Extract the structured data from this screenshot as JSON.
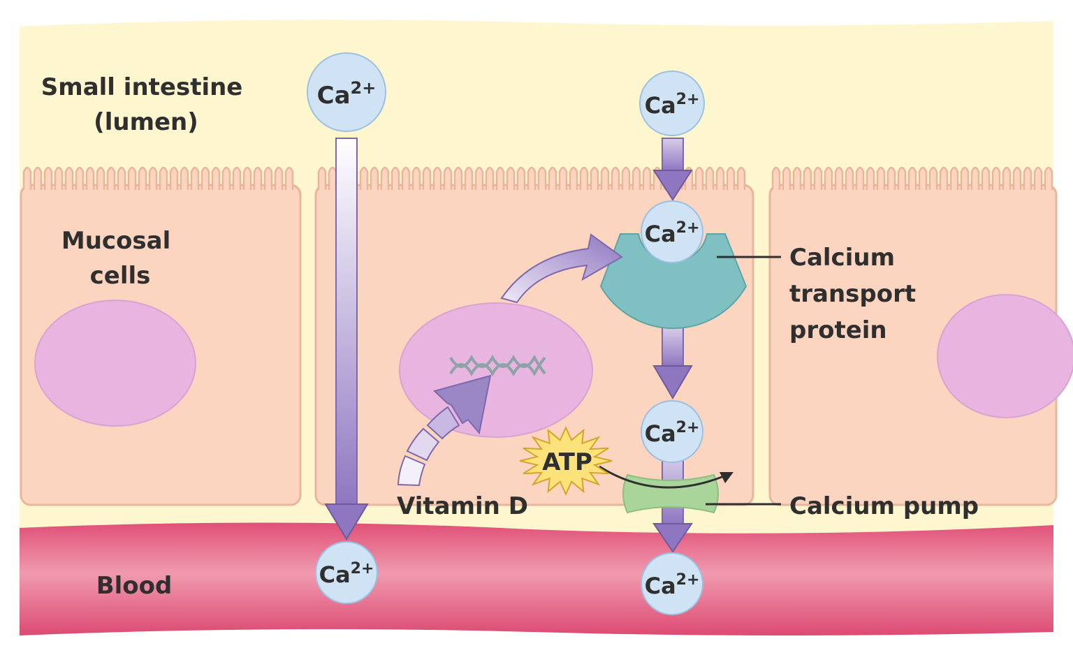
{
  "labels": {
    "lumen_line1": "Small intestine",
    "lumen_line2": "(lumen)",
    "mucosal_line1": "Mucosal",
    "mucosal_line2": "cells",
    "blood": "Blood",
    "vitamin_d": "Vitamin D",
    "transport_line1": "Calcium",
    "transport_line2": "transport",
    "transport_line3": "protein",
    "pump": "Calcium pump",
    "atp": "ATP"
  },
  "ion": {
    "symbol": "Ca",
    "charge": "2+"
  },
  "colors": {
    "lumen": "#fdf6cf",
    "cell": "#fbd5bf",
    "cell_border": "#e9b59c",
    "nucleus": "#e8b4e0",
    "blood": "#e4577a",
    "ion_fill": "#cfe3f5",
    "ion_stroke": "#9cc0e2",
    "arrow": "#9b87c4",
    "transport_protein": "#7fc0c2",
    "pump": "#a9d59b",
    "atp_fill": "#fbe27a"
  }
}
